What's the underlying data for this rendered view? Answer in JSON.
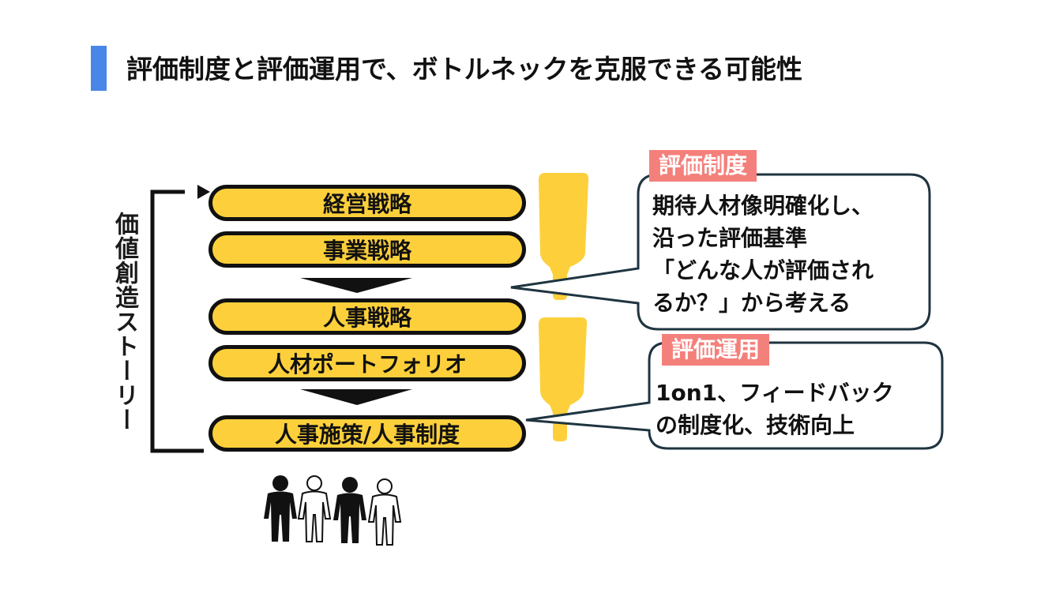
{
  "title": "評価制度と評価運用で、ボトルネックを克服できる可能性",
  "vertical_label": "価値創造ストーリー",
  "layers": [
    {
      "label": "経営戦略"
    },
    {
      "label": "事業戦略"
    },
    {
      "label": "人事戦略"
    },
    {
      "label": "人材ポートフォリオ"
    },
    {
      "label": "人事施策/人事制度"
    }
  ],
  "callouts": [
    {
      "tag": "評価制度",
      "lines": [
        "期待人材像明確化し、",
        "沿った評価基準",
        "「どんな人が評価され",
        "るか？」から考える"
      ]
    },
    {
      "tag": "評価運用",
      "lines": [
        "1on1、フィードバック",
        "の制度化、技術向上"
      ]
    }
  ],
  "colors": {
    "accent_bar": "#4a86e8",
    "layer_fill": "#fdd03b",
    "bottle_fill": "#fdd03b",
    "tag_fill": "#f4807b",
    "outline": "#111111",
    "bubble_border": "#1f3440"
  },
  "icons": [
    "people-icon"
  ]
}
